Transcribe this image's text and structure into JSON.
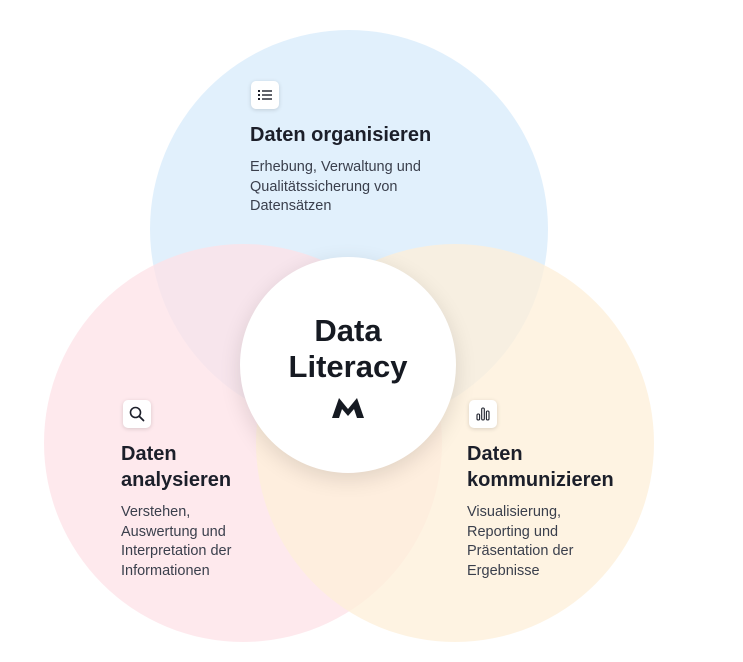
{
  "diagram": {
    "center": {
      "title": "Data\nLiteracy",
      "logo_icon": "m-logo-icon"
    },
    "sections": {
      "organize": {
        "icon": "list-icon",
        "title": "Daten organisieren",
        "description": "Erhebung, Verwaltung und\nQualitätssicherung von\nDatensätzen",
        "color": "#dcedfc"
      },
      "analyze": {
        "icon": "search-icon",
        "title": "Daten\nanalysieren",
        "description": "Verstehen,\nAuswertung und\nInterpretation der\nInformationen",
        "color": "#fde2e7"
      },
      "communicate": {
        "icon": "bar-chart-icon",
        "title": "Daten\nkommunizieren",
        "description": "Visualisierung,\nReporting und\nPräsentation der\nErgebnisse",
        "color": "#fdefd8"
      }
    }
  }
}
